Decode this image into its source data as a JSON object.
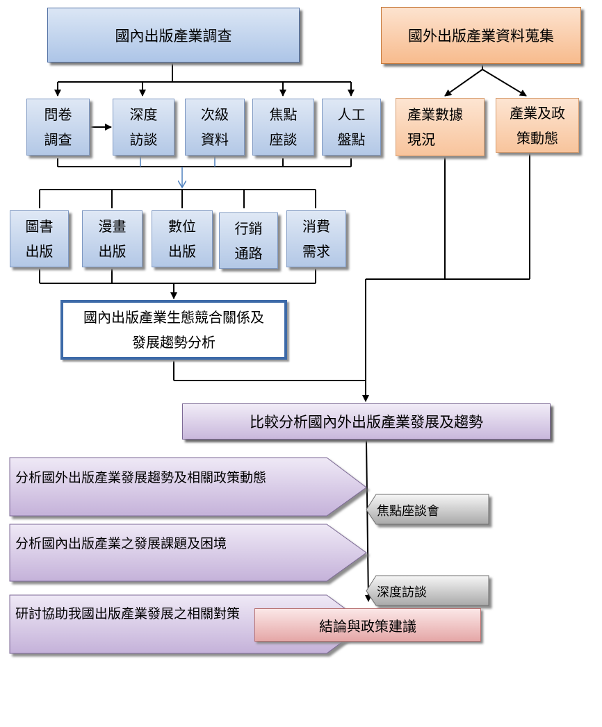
{
  "domestic_survey": {
    "title": "國內出版產業調查",
    "methods": [
      {
        "line1": "問卷",
        "line2": "調查"
      },
      {
        "line1": "深度",
        "line2": "訪談"
      },
      {
        "line1": "次級",
        "line2": "資料"
      },
      {
        "line1": "焦點",
        "line2": "座談"
      },
      {
        "line1": "人工",
        "line2": "盤點"
      }
    ]
  },
  "foreign_collection": {
    "title": "國外出版產業資料蒐集",
    "items": [
      {
        "line1": "產業數據",
        "line2": "現況"
      },
      {
        "line1": "產業及政",
        "line2": "策動態"
      }
    ]
  },
  "sectors": [
    {
      "line1": "圖書",
      "line2": "出版"
    },
    {
      "line1": "漫畫",
      "line2": "出版"
    },
    {
      "line1": "數位",
      "line2": "出版"
    },
    {
      "line1": "行銷",
      "line2": "通路"
    },
    {
      "line1": "消費",
      "line2": "需求"
    }
  ],
  "ecosystem": {
    "line1": "國內出版產業生態競合關係及",
    "line2": "發展趨勢分析"
  },
  "comparison": {
    "title": "比較分析國內外出版產業發展及趨勢"
  },
  "analyses": [
    "分析國外出版產業發展趨勢及相關政策動態",
    "分析國內出版產業之發展課題及困境",
    "研討協助我國出版產業發展之相關對策"
  ],
  "inputs": [
    "焦點座談會",
    "深度訪談"
  ],
  "conclusion": {
    "title": "結論與政策建議"
  }
}
